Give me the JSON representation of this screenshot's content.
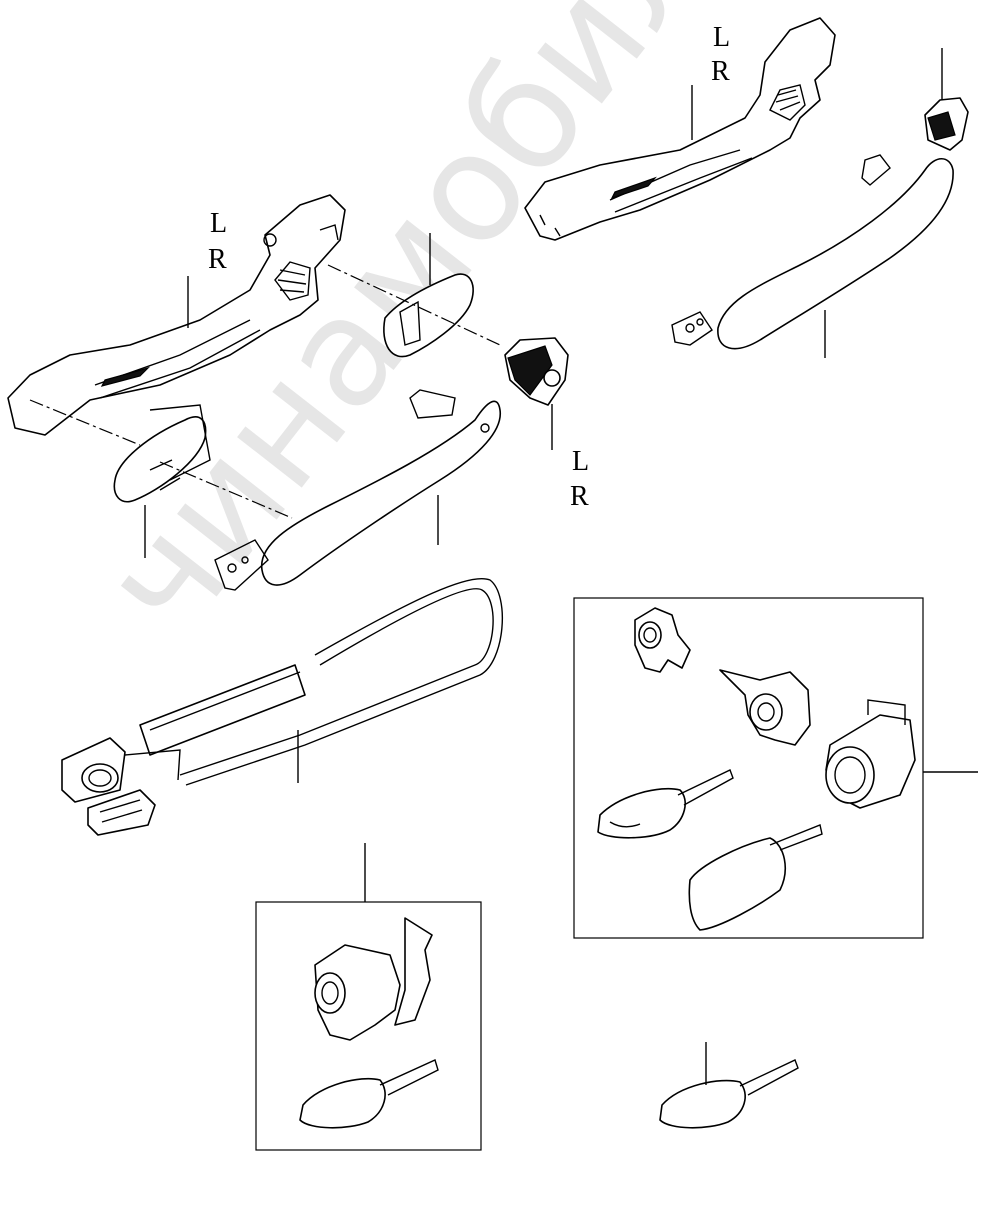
{
  "watermark": "чинамобил.рф",
  "labels": {
    "top_right_handle": {
      "line1": "L",
      "line2": "R"
    },
    "left_handle": {
      "line1": "L",
      "line2": "R"
    },
    "end_cap": {
      "line1": "L",
      "line2": "R"
    }
  }
}
